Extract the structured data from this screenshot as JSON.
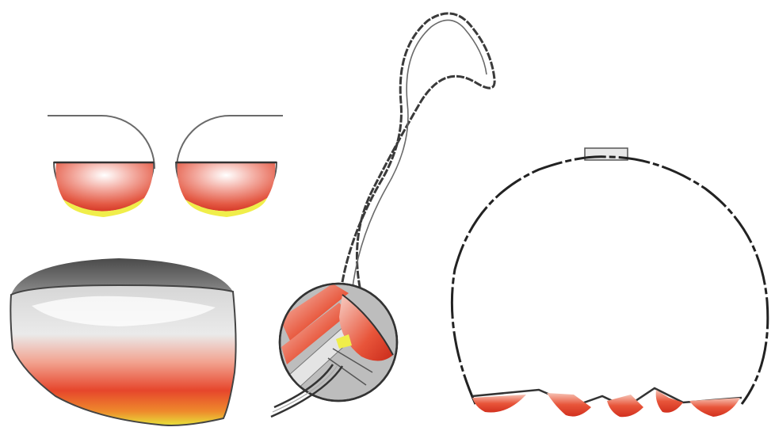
{
  "figure": {
    "panels": [
      {
        "name": "cross-section-pair"
      },
      {
        "name": "ring-band"
      },
      {
        "name": "looped-tube-with-magnified-view"
      },
      {
        "name": "dome-cross-section"
      }
    ]
  },
  "colors": {
    "outline": "#555555",
    "dark_outline": "#333333",
    "heat_red": "#e0301e",
    "heat_orange": "#f07a3a",
    "heat_pink": "#f4b0a6",
    "heat_yellow": "#f0ee4a",
    "gray_fill": "#bdbdbd",
    "light_gray_fill": "#dcdcdc",
    "dark_gray_fill": "#8a8a8a",
    "background": "#ffffff"
  }
}
